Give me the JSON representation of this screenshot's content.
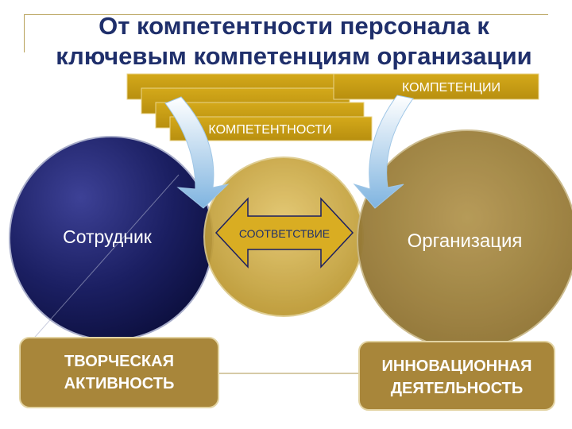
{
  "title_line1": "От компетентности персонала к",
  "title_line2": "ключевым компетенциям организации",
  "banner_competencies": "КОМПЕТЕНЦИИ",
  "banner_competence": "КОМПЕТЕНТНОСТИ",
  "circle_employee": "Сотрудник",
  "circle_organization": "Организация",
  "center_label": "СООТВЕТСТВИЕ",
  "box_left_line1": "ТВОРЧЕСКАЯ",
  "box_left_line2": "АКТИВНОСТЬ",
  "box_right_line1": "ИННОВАЦИОННАЯ",
  "box_right_line2": "ДЕЯТЕЛЬНОСТЬ",
  "colors": {
    "navy": "#1b1f62",
    "gold": "#c9a227",
    "olive": "#9c8236",
    "title": "#1f2f6b",
    "arrow_blue": "#8fc3e8"
  }
}
